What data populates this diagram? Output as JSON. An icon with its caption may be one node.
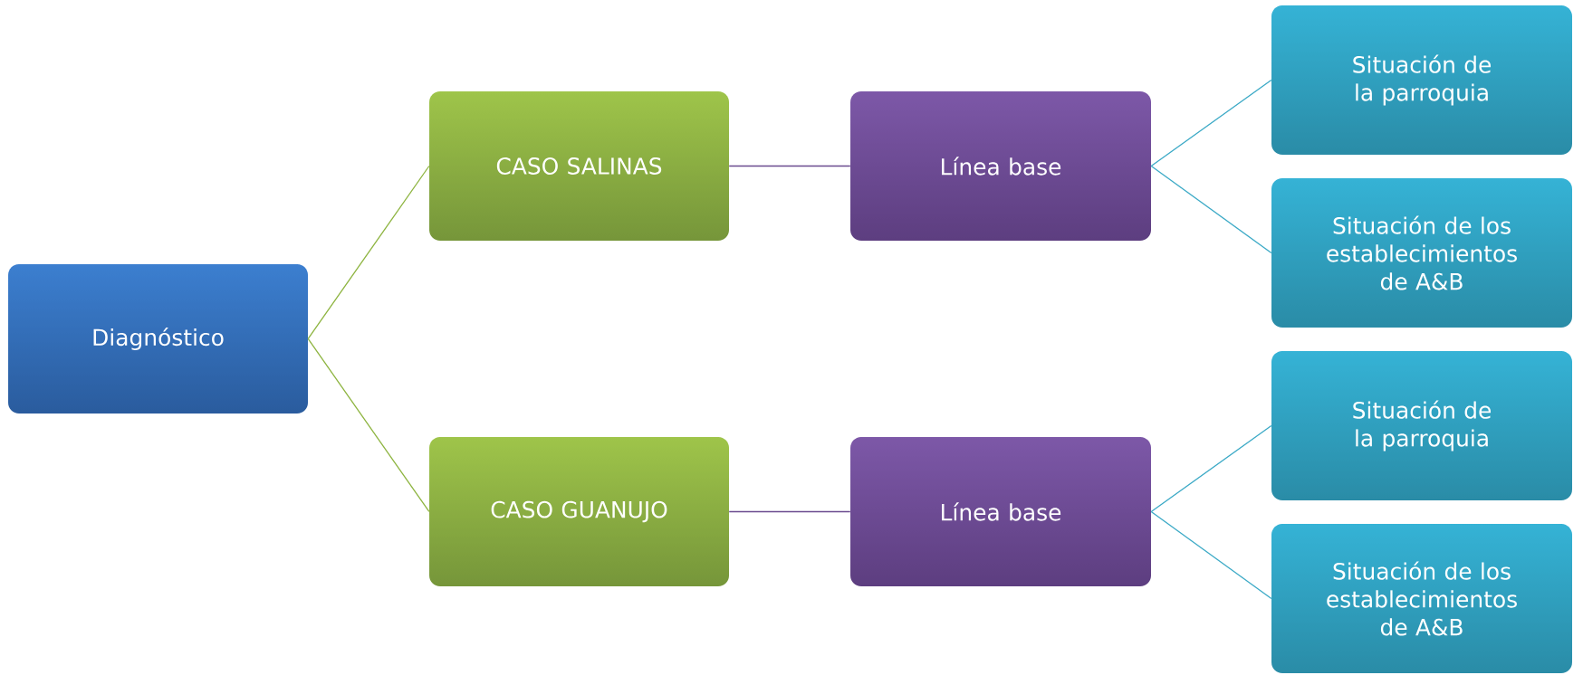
{
  "diagram": {
    "nodes": [
      {
        "text": [
          "Diagnóstico"
        ]
      },
      {
        "text": [
          "CASO SALINAS"
        ]
      },
      {
        "text": [
          "Línea base"
        ]
      },
      {
        "text": [
          "Situación de la parroquia"
        ]
      },
      {
        "text": [
          "Situación de los establecimientos de A&B"
        ]
      },
      {
        "text": [
          "CASO GUANUJO"
        ]
      },
      {
        "text": [
          "Línea base"
        ]
      },
      {
        "text": [
          "Situación de la parroquia"
        ]
      },
      {
        "text": [
          "Situación de los establecimientos de A&B"
        ]
      }
    ],
    "edges": [
      {
        "from": 0,
        "to": 1,
        "arrow": "none",
        "color": "#8db43f"
      },
      {
        "from": 0,
        "to": 5,
        "arrow": "none",
        "color": "#8db43f"
      },
      {
        "from": 1,
        "to": 2,
        "arrow": "none",
        "color": "#6a4a8e"
      },
      {
        "from": 5,
        "to": 6,
        "arrow": "none",
        "color": "#6a4a8e"
      },
      {
        "from": 2,
        "to": 3,
        "arrow": "none"
      },
      {
        "from": 2,
        "to": 4,
        "arrow": "none"
      },
      {
        "from": 6,
        "to": 7,
        "arrow": "none"
      },
      {
        "from": 6,
        "to": 8,
        "arrow": "none"
      }
    ]
  }
}
